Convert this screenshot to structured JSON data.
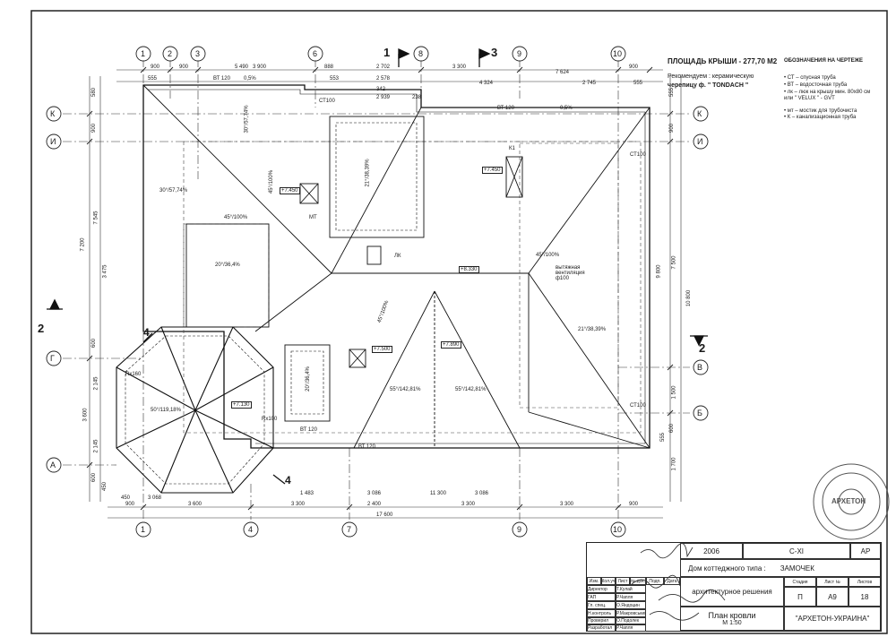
{
  "header": {
    "roof_area": "ПЛОЩАДЬ КРЫШИ - 277,70 М2",
    "recommend_line1": "Рекомендуем : керамическую",
    "recommend_line2": "черепицу ф.  \" TONDACH \""
  },
  "legend": {
    "title": "ОБОЗНАЧЕНИЯ НА ЧЕРТЕЖЕ",
    "items": [
      "• СТ – спусная труба",
      "• ВТ – водосточная труба",
      "• лк – люк на крышу мин. 80х80 см",
      "   или \" VELUX \" - GVT",
      "• мт – мостик для трубочиста",
      "• К – канализационная труба"
    ]
  },
  "axes": {
    "top": [
      "1",
      "2",
      "3",
      "6",
      "8",
      "9",
      "10"
    ],
    "bottom": [
      "1",
      "4",
      "7",
      "9",
      "10"
    ],
    "left": [
      "К",
      "И",
      "Г",
      "А"
    ],
    "right": [
      "К",
      "И",
      "В",
      "Б"
    ]
  },
  "section_marks": {
    "s1": "1",
    "s3": "3",
    "s2": "2",
    "s4": "4"
  },
  "dims_top": {
    "row1": [
      "900",
      "900",
      "5 490",
      "3 900",
      "888",
      "2 702",
      "3 300",
      "7 624",
      "900"
    ],
    "row2": [
      "555",
      "ВТ 120",
      "0,5%",
      "553",
      "2 578",
      "4 324",
      "2 745",
      "555"
    ],
    "row3": [
      "342",
      "2 939",
      "238"
    ]
  },
  "dims_bottom": {
    "row1": [
      "450",
      "3 068",
      "1 483",
      "3 086",
      "11 300",
      "3 086"
    ],
    "row2": [
      "900",
      "3 600",
      "3 300",
      "2 400",
      "3 300",
      "3 300",
      "900"
    ],
    "total": "17 600"
  },
  "dims_left": [
    "580",
    "900",
    "7 545",
    "7 200",
    "3 475",
    "600",
    "2 145",
    "3 600",
    "2 145",
    "600",
    "450"
  ],
  "dims_right": [
    "555",
    "900",
    "10 800",
    "7 500",
    "1 500",
    "600",
    "555",
    "1 700",
    "9 800"
  ],
  "labels": {
    "elev1": "+7.450",
    "elev2": "+7.450",
    "elev3": "+8.330",
    "elev4": "+7.500",
    "elev5": "+7.890",
    "elev6": "+7.130",
    "slope1": "45°/100%",
    "slope2": "20°/36,4%",
    "slope3": "45°/100%",
    "slope4": "45°/100%",
    "slope5": "21°/38,39%",
    "slope6": "55°/142,81%",
    "slope7": "55°/142,81%",
    "slope8": "30°/57,74%",
    "slope9": "50°/119,18%",
    "slope10": "21°/38,39%",
    "slope11": "45°/100%",
    "slope12": "30°/57,74%",
    "slope13": "20°/36,4%",
    "vent": "вытяжная вентиляция ф100",
    "lk": "ЛК",
    "mt": "МТ",
    "k1": "К1",
    "st1": "СТ100",
    "st2": "СТ100",
    "st3": "СТ100",
    "bt1": "ВТ 120",
    "bt2": "ВТ 120",
    "bt3": "ВТ 120",
    "rx": "Rx160",
    "rx2": "Rx100",
    "pct": "0,5%"
  },
  "stamp": {
    "year": "2006",
    "code": "С-XI",
    "ap": "АР",
    "house_type": "Дом коттеджного типа :",
    "house_name": "ЗАМОЧЕК",
    "stage_h": "Стадия",
    "sheet_h": "Лист №",
    "sheets_h": "Листов",
    "stage": "П",
    "sheet": "А9",
    "sheets": "18",
    "section": "архитектурное решения",
    "drawing": "План кровли",
    "scale": "М 1:50",
    "company": "\"АРХЕТОН-УКРАИНА\"",
    "cols": [
      "Изм.",
      "Кол.уч",
      "Лист",
      "№ док.",
      "Подп.",
      "Дата"
    ],
    "rows": [
      {
        "role": "Директор",
        "name": "Т.Кулай"
      },
      {
        "role": "ГАП",
        "name": "Р.Чапля"
      },
      {
        "role": "Гл. спец.",
        "name": "О.Яндоцин"
      },
      {
        "role": "Н.контроль",
        "name": "Р.Макровський"
      },
      {
        "role": "Проверил",
        "name": "О.Подолек"
      },
      {
        "role": "Разработал",
        "name": "Р.Чапля"
      }
    ]
  },
  "seal_text": "АРХЕТОН"
}
